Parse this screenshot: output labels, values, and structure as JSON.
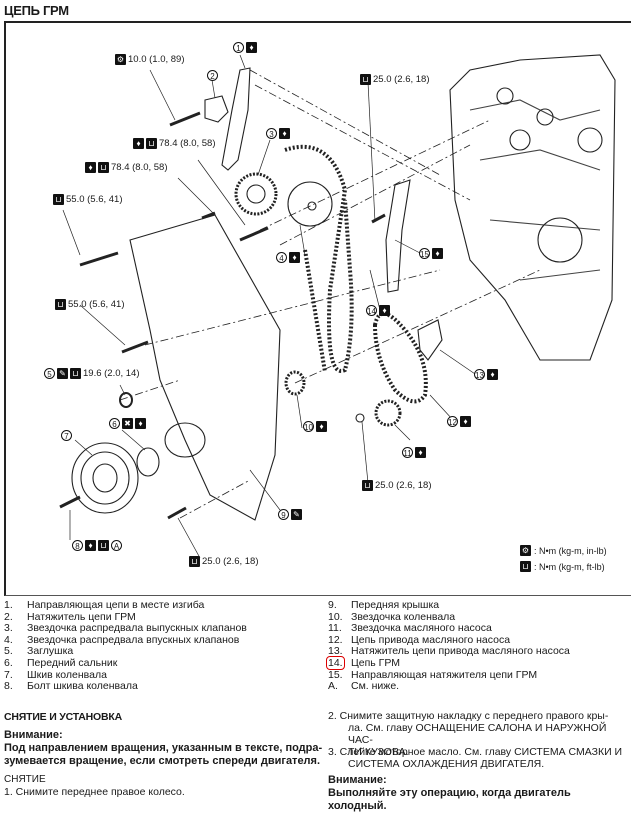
{
  "page": {
    "title": "ЦЕПЬ ГРМ"
  },
  "diagram": {
    "torque_labels": [
      {
        "id": "t1",
        "icon": "torque-in-lb",
        "value": "10.0 (1.0, 89)"
      },
      {
        "id": "t2",
        "icon": "torque-ft-lb",
        "value": "78.4 (8.0, 58)",
        "extra_icon": "oil"
      },
      {
        "id": "t3",
        "icon": "torque-ft-lb",
        "value": "78.4 (8.0, 58)",
        "extra_icon": "oil"
      },
      {
        "id": "t4",
        "icon": "torque-ft-lb",
        "value": "55.0 (5.6, 41)"
      },
      {
        "id": "t5",
        "icon": "torque-ft-lb",
        "value": "55.0 (5.6, 41)"
      },
      {
        "id": "t6",
        "icon": "torque-ft-lb",
        "value": "19.6 (2.0, 14)"
      },
      {
        "id": "t7",
        "icon": "torque-ft-lb",
        "value": "25.0 (2.6, 18)"
      },
      {
        "id": "t8",
        "icon": "torque-ft-lb",
        "value": "25.0 (2.6, 18)"
      },
      {
        "id": "t9",
        "icon": "torque-ft-lb",
        "value": "25.0 (2.6, 18)"
      }
    ],
    "callouts": [
      "1",
      "2",
      "3",
      "4",
      "5",
      "6",
      "7",
      "8",
      "9",
      "10",
      "11",
      "12",
      "13",
      "14",
      "15"
    ],
    "callout_A": "A",
    "legend": [
      {
        "icon": "torque-in-lb",
        "text": ": N•m (kg-m, in-lb)"
      },
      {
        "icon": "torque-ft-lb",
        "text": ": N•m (kg-m, ft-lb)"
      }
    ]
  },
  "parts_left": [
    {
      "n": "1.",
      "text": "Направляющая цепи в месте изгиба"
    },
    {
      "n": "2.",
      "text": "Натяжитель цепи ГРМ"
    },
    {
      "n": "3.",
      "text": "Звездочка распредвала выпускных клапанов"
    },
    {
      "n": "4.",
      "text": "Звездочка распредвала впускных клапанов"
    },
    {
      "n": "5.",
      "text": "Заглушка"
    },
    {
      "n": "6.",
      "text": "Передний сальник"
    },
    {
      "n": "7.",
      "text": "Шкив коленвала"
    },
    {
      "n": "8.",
      "text": "Болт шкива коленвала"
    }
  ],
  "parts_right": [
    {
      "n": "9.",
      "text": "Передняя крышка"
    },
    {
      "n": "10.",
      "text": "Звездочка коленвала"
    },
    {
      "n": "11.",
      "text": "Звездочка масляного насоса"
    },
    {
      "n": "12.",
      "text": "Цепь привода масляного насоса"
    },
    {
      "n": "13.",
      "text": "Натяжитель цепи привода масляного насоса"
    },
    {
      "n": "14.",
      "text": "Цепь ГРМ"
    },
    {
      "n": "15.",
      "text": "Направляющая натяжителя цепи ГРМ"
    },
    {
      "n": "A.",
      "text": "См. ниже."
    }
  ],
  "section": {
    "heading": "СНЯТИЕ И УСТАНОВКА",
    "warning1_title": "Внимание:",
    "warning1_line1": "Под направлением вращения, указанным в тексте, подра-",
    "warning1_line2": "зумевается вращение, если смотреть спереди двигателя.",
    "removal_heading": "СНЯТИЕ",
    "step1": "1.   Снимите переднее правое колесо.",
    "step2_line1": "2.   Снимите защитную накладку с переднего правого кры-",
    "step2_line2": "ла. См. главу ОСНАЩЕНИЕ САЛОНА И НАРУЖНОЙ ЧАС-",
    "step2_line3": "ТИ КУЗОВА.",
    "step3_line1": "3.   Слейте моторное масло. См. главу СИСТЕМА СМАЗКИ И",
    "step3_line2": "СИСТЕМА ОХЛАЖДЕНИЯ ДВИГАТЕЛЯ.",
    "warning2_title": "Внимание:",
    "warning2_text": "Выполняйте эту операцию, когда двигатель холодный."
  },
  "colors": {
    "highlight": "#dd0000",
    "ink": "#1a1a1a"
  }
}
